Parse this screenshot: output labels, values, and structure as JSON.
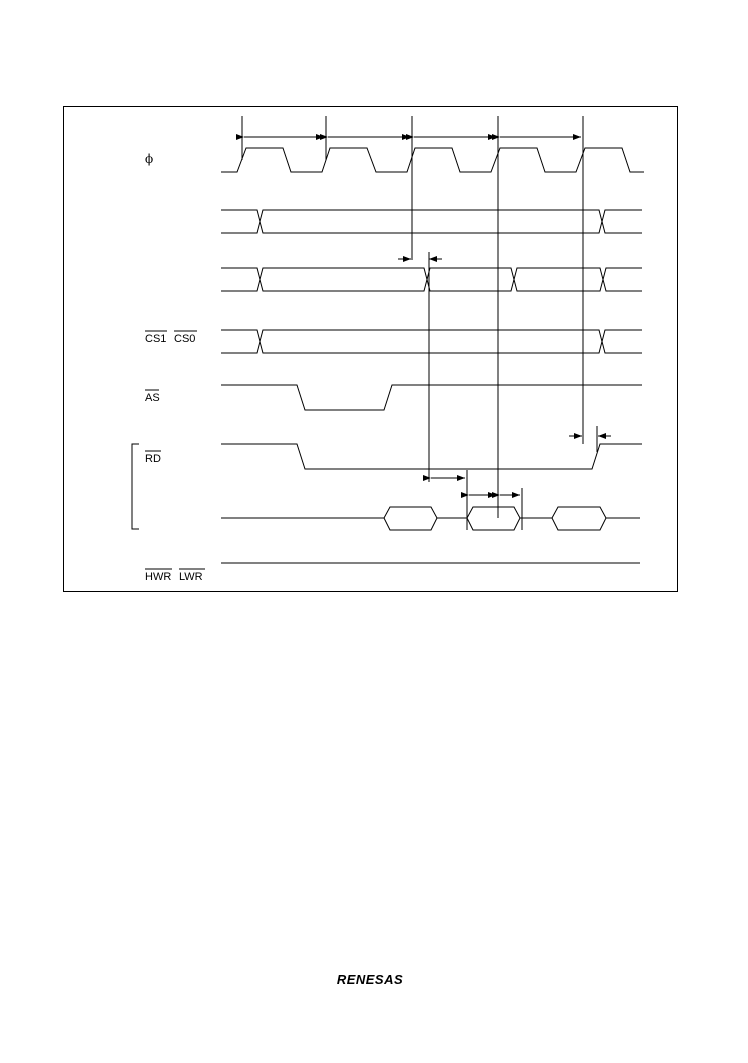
{
  "diagram": {
    "signals": [
      {
        "id": "phi",
        "label": "ϕ",
        "overbar": false
      },
      {
        "id": "cs1",
        "label": "CS1",
        "overbar": true
      },
      {
        "id": "cs0",
        "label": "CS0",
        "overbar": true
      },
      {
        "id": "as",
        "label": "AS",
        "overbar": true
      },
      {
        "id": "rd",
        "label": "RD",
        "overbar": true
      },
      {
        "id": "hwr",
        "label": "HWR",
        "overbar": true
      },
      {
        "id": "lwr",
        "label": "LWR",
        "overbar": true
      }
    ]
  },
  "footer": {
    "logo_text": "RENESAS"
  }
}
